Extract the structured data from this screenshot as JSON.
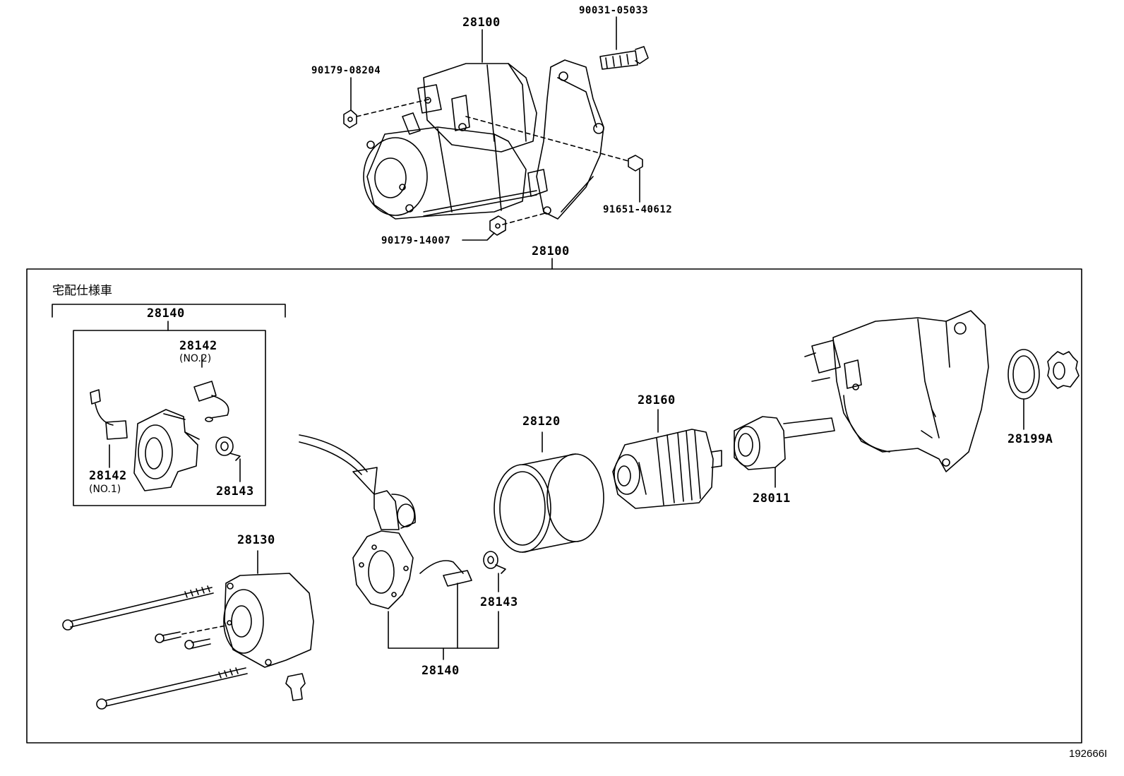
{
  "top_assembly": {
    "part_main": "28100",
    "bolt": "90031-05033",
    "nut_upper": "90179-08204",
    "bolt_small": "91651-40612",
    "nut_lower": "90179-14007"
  },
  "exploded_box": {
    "title": "28100",
    "variant_note": "宅配仕様車",
    "kit_label": "28140",
    "brush_no2": "28142",
    "brush_no2_sub": "(NO.2)",
    "brush_no1": "28142",
    "brush_no1_sub": "(NO.1)",
    "spring_inset": "28143",
    "end_frame": "28130",
    "brush_holder_group": "28140",
    "spring_main": "28143",
    "yoke": "28120",
    "armature": "28160",
    "clutch": "28011",
    "seal_kit": "28199A"
  },
  "figure_ref": "192666I"
}
